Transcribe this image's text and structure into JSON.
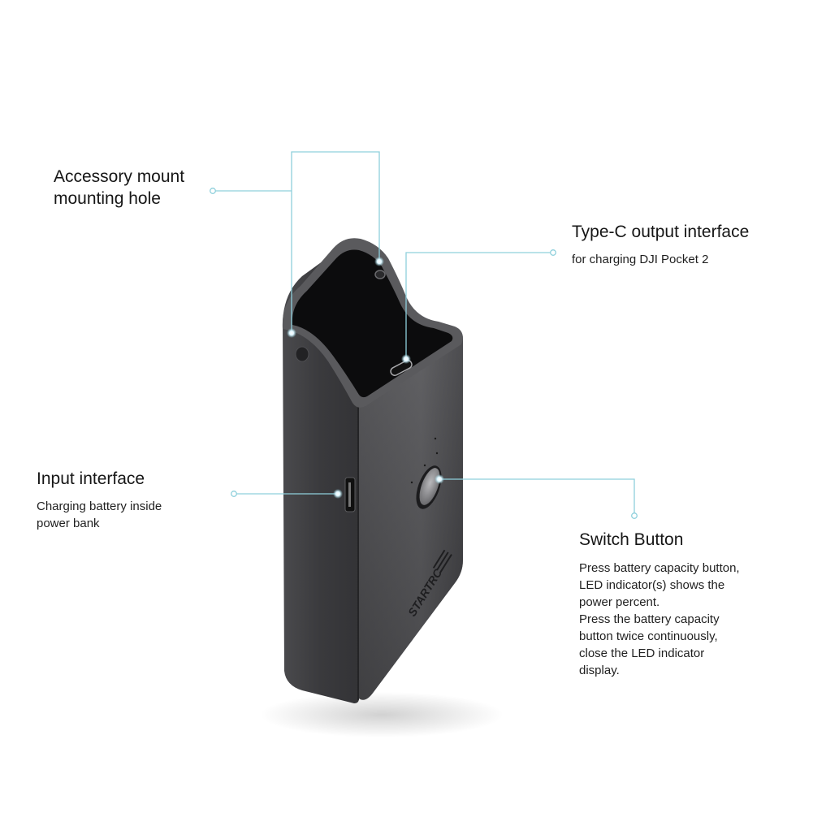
{
  "callouts": {
    "accessory_mount": {
      "title_line1": "Accessory mount",
      "title_line2": "mounting hole"
    },
    "type_c_output": {
      "title": "Type-C output interface",
      "description": "for charging DJI Pocket 2"
    },
    "input_interface": {
      "title": "Input interface",
      "description_line1": "Charging battery inside",
      "description_line2": "power bank"
    },
    "switch_button": {
      "title": "Switch Button",
      "description_lines": [
        "Press battery capacity button,",
        "LED indicator(s) shows the",
        "power percent.",
        "Press the battery capacity",
        "button twice continuously,",
        "close the LED indicator",
        "display."
      ]
    }
  },
  "product": {
    "brand_logo_text": "STARTRC",
    "body_color": "#3b3b3e",
    "leader_line_color": "#8fd0dc"
  }
}
